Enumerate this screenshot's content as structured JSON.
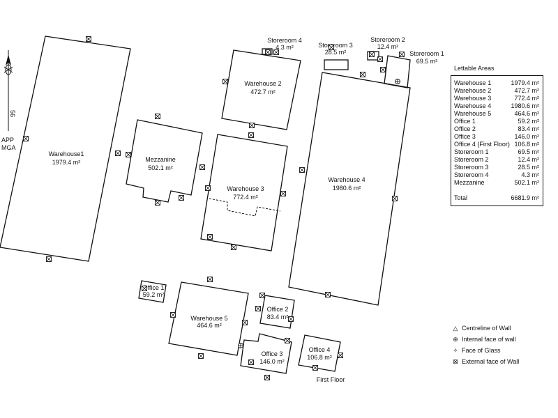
{
  "north": {
    "ref": "APP",
    "datum": "MGA",
    "bearing": "56"
  },
  "rooms": {
    "warehouse1": {
      "name": "Warehouse1",
      "area": "1979.4 m²"
    },
    "mezzanine": {
      "name": "Mezzanine",
      "area": "502.1 m²"
    },
    "warehouse2": {
      "name": "Warehouse 2",
      "area": "472.7 m²"
    },
    "warehouse3": {
      "name": "Warehouse 3",
      "area": "772.4 m²"
    },
    "warehouse4": {
      "name": "Warehouse 4",
      "area": "1980.6 m²"
    },
    "warehouse5": {
      "name": "Warehouse 5",
      "area": "464.6 m²"
    },
    "storeroom1": {
      "name": "Storeroom 1",
      "area": "69.5 m²"
    },
    "storeroom2": {
      "name": "Storeroom 2",
      "area": "12.4 m²"
    },
    "storeroom3": {
      "name": "Storeroom 3",
      "area": "28.5 m²"
    },
    "storeroom4": {
      "name": "Storeroom 4",
      "area": "4.3 m²"
    },
    "office1": {
      "name": "Office 1",
      "area": "59.2 m²"
    },
    "office2": {
      "name": "Office 2",
      "area": "83.4 m²"
    },
    "office3": {
      "name": "Office 3",
      "area": "146.0 m²"
    },
    "office4": {
      "name": "Office 4",
      "area": "106.8 m²",
      "note": "First Floor"
    }
  },
  "lettable": {
    "title": "Lettable Areas",
    "rows": [
      {
        "name": "Warehouse 1",
        "area": "1979.4 m²"
      },
      {
        "name": "Warehouse 2",
        "area": "472.7 m²"
      },
      {
        "name": "Warehouse 3",
        "area": "772.4 m²"
      },
      {
        "name": "Warehouse 4",
        "area": "1980.6 m²"
      },
      {
        "name": "Warehouse 5",
        "area": "464.6 m²"
      },
      {
        "name": "Office 1",
        "area": "59.2 m²"
      },
      {
        "name": "Office 2",
        "area": "83.4 m²"
      },
      {
        "name": "Office 3",
        "area": "146.0 m²"
      },
      {
        "name": "Office 4 (First Floor)",
        "area": "106.8 m²"
      },
      {
        "name": "Storeroom  1",
        "area": "69.5 m²"
      },
      {
        "name": "Storeroom  2",
        "area": "12.4 m²"
      },
      {
        "name": "Storeroom  3",
        "area": "28.5 m²"
      },
      {
        "name": "Storeroom  4",
        "area": "4.3 m²"
      },
      {
        "name": "Mezzanine",
        "area": "502.1 m²"
      }
    ],
    "total": {
      "name": "Total",
      "area": "6681.9 m²"
    }
  },
  "legend": [
    {
      "icon": "triangle-icon",
      "glyph": "△",
      "label": "Centreline of Wall"
    },
    {
      "icon": "circle-cross-icon",
      "glyph": "⊕",
      "label": "Internal face of wall"
    },
    {
      "icon": "diamond-cross-icon",
      "glyph": "✧",
      "label": "Face of Glass"
    },
    {
      "icon": "box-cross-icon",
      "glyph": "⊠",
      "label": "External face of Wall"
    }
  ]
}
